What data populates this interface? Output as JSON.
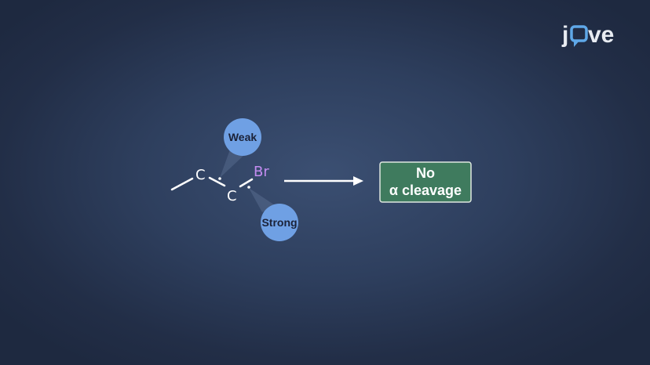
{
  "logo": {
    "text": "jove",
    "before": "j",
    "after": "ve"
  },
  "molecule": {
    "atoms": [
      "C",
      "C",
      "Br"
    ]
  },
  "bonds": {
    "weak_label": "Weak",
    "strong_label": "Strong"
  },
  "result": {
    "line1": "No",
    "line2": "α cleavage"
  },
  "colors": {
    "bubble": "#6fa0e4",
    "result_box": "#3f7b5e",
    "bromine": "#c38cf0",
    "arrow": "#ffffff"
  }
}
